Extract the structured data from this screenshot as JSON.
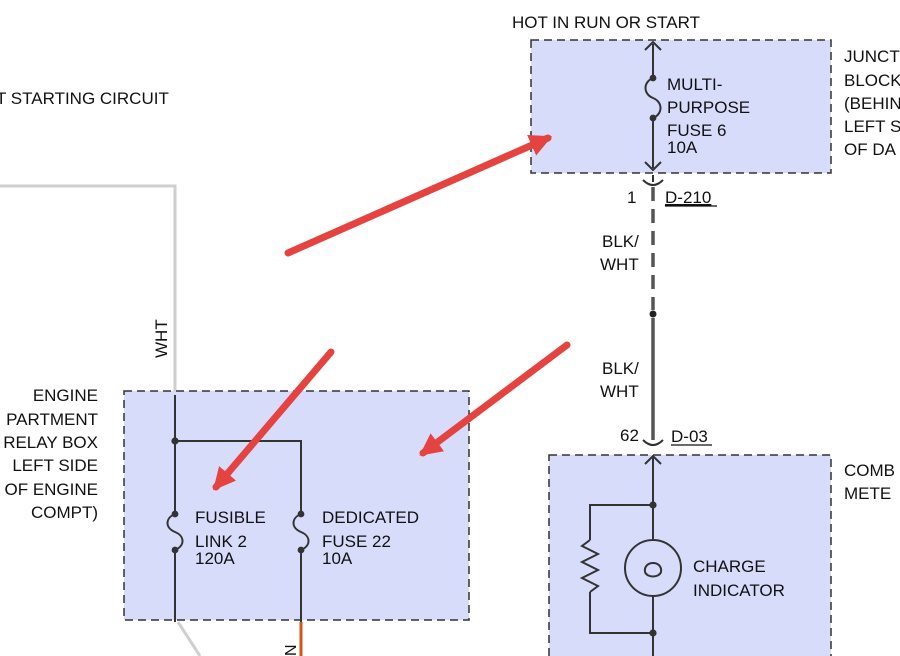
{
  "header": {
    "hot_label": "HOT IN RUN OR START",
    "starting_circuit": "T STARTING CIRCUIT"
  },
  "junction_block": {
    "label_lines": [
      "JUNCT",
      "BLOCK",
      "(BEHIN",
      "LEFT S",
      "OF DA"
    ],
    "fuse": {
      "name_lines": [
        "MULTI-",
        "PURPOSE",
        "FUSE 6"
      ],
      "rating": "10A"
    }
  },
  "connector_top": {
    "pin": "1",
    "name": "D-210"
  },
  "connector_bottom": {
    "pin": "62",
    "name": "D-03"
  },
  "wires": {
    "blk_wht_upper": [
      "BLK/",
      "WHT"
    ],
    "blk_wht_lower": [
      "BLK/",
      "WHT"
    ],
    "wht": "WHT",
    "n": "N"
  },
  "engine_relay_box": {
    "label_lines": [
      "ENGINE",
      "PARTMENT",
      "RELAY BOX",
      "LEFT SIDE",
      "OF ENGINE",
      "COMPT)"
    ],
    "fusible_link": {
      "name_lines": [
        "FUSIBLE",
        "LINK 2"
      ],
      "rating": "120A"
    },
    "dedicated_fuse": {
      "name_lines": [
        "DEDICATED",
        "FUSE 22"
      ],
      "rating": "10A"
    }
  },
  "meter": {
    "label_lines": [
      "COMB",
      "METE"
    ],
    "indicator_lines": [
      "CHARGE",
      "INDICATOR"
    ]
  },
  "colors": {
    "box_fill": "#d8dcfb",
    "arrow": "#e4433f",
    "wire": "#333333",
    "chassis_wire": "#cfcfcf",
    "orange_wire": "#d9531e"
  }
}
